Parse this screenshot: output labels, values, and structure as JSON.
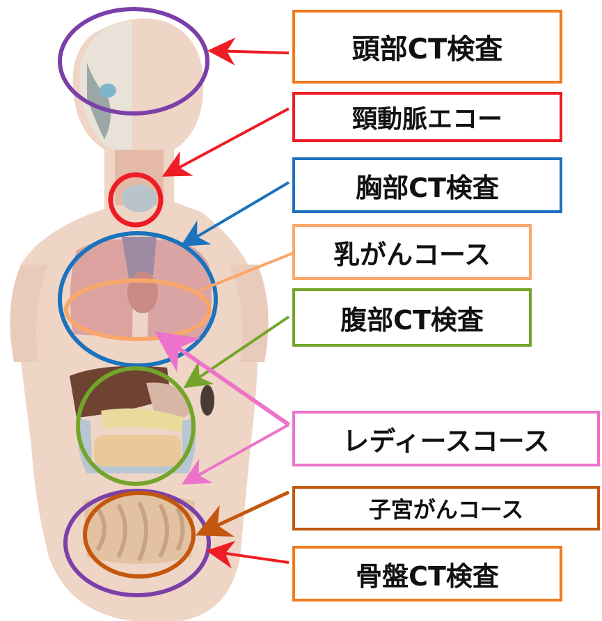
{
  "colors": {
    "head": "#f07a20",
    "carotid": "#ee1c24",
    "chest": "#1b72bd",
    "breast": "#f9a76a",
    "abdomen": "#74a52a",
    "ladies": "#ec73c9",
    "uterus": "#c4570e",
    "pelvis_label": "#f07a20",
    "purple": "#7b3fa8"
  },
  "labels": {
    "head": "頭部CT検査",
    "carotid": "頸動脈エコー",
    "chest": "胸部CT検査",
    "breast": "乳がんコース",
    "abdomen": "腹部CT検査",
    "ladies": "レディースコース",
    "uterus": "子宮がんコース",
    "pelvis": "骨盤CT検査"
  }
}
